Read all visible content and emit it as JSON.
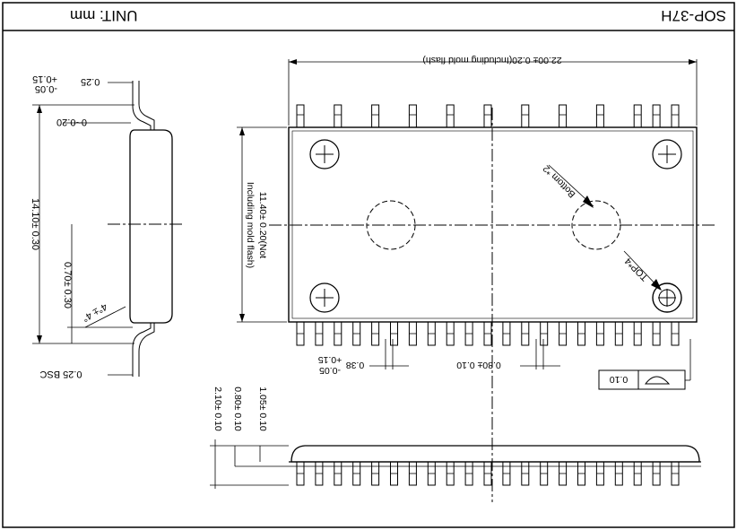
{
  "header": {
    "package_name": "SOP-37H",
    "unit_label": "UNIT: mm"
  },
  "side_view": {
    "lead_thickness": "0.25",
    "lead_thickness_tol_plus": "+0.15",
    "lead_thickness_tol_minus": "-0.05",
    "standoff": "0~0.20",
    "overall_width": "14.10± 0.30",
    "lead_length": "0.70± 0.30",
    "lead_angle": "4°± 4°",
    "lead_bsc": "0.25 BSC"
  },
  "top_view": {
    "body_length": "22.00± 0.20(Including mold flash)",
    "body_width_line1": "11.40± 0.20(Not",
    "body_width_line2": "Including mold flash)",
    "pin_width": "0.38",
    "pin_width_tol_plus": "+0.15",
    "pin_width_tol_minus": "-0.05",
    "pitch": "0.80± 0.10",
    "bottom_label": "Bottom *2",
    "top_label": "TOP*4",
    "flatness": "0.10"
  },
  "front_view": {
    "height": "2.10± 0.10",
    "body_thickness": "0.80± 0.10",
    "standoff_height": "1.05± 0.10"
  }
}
